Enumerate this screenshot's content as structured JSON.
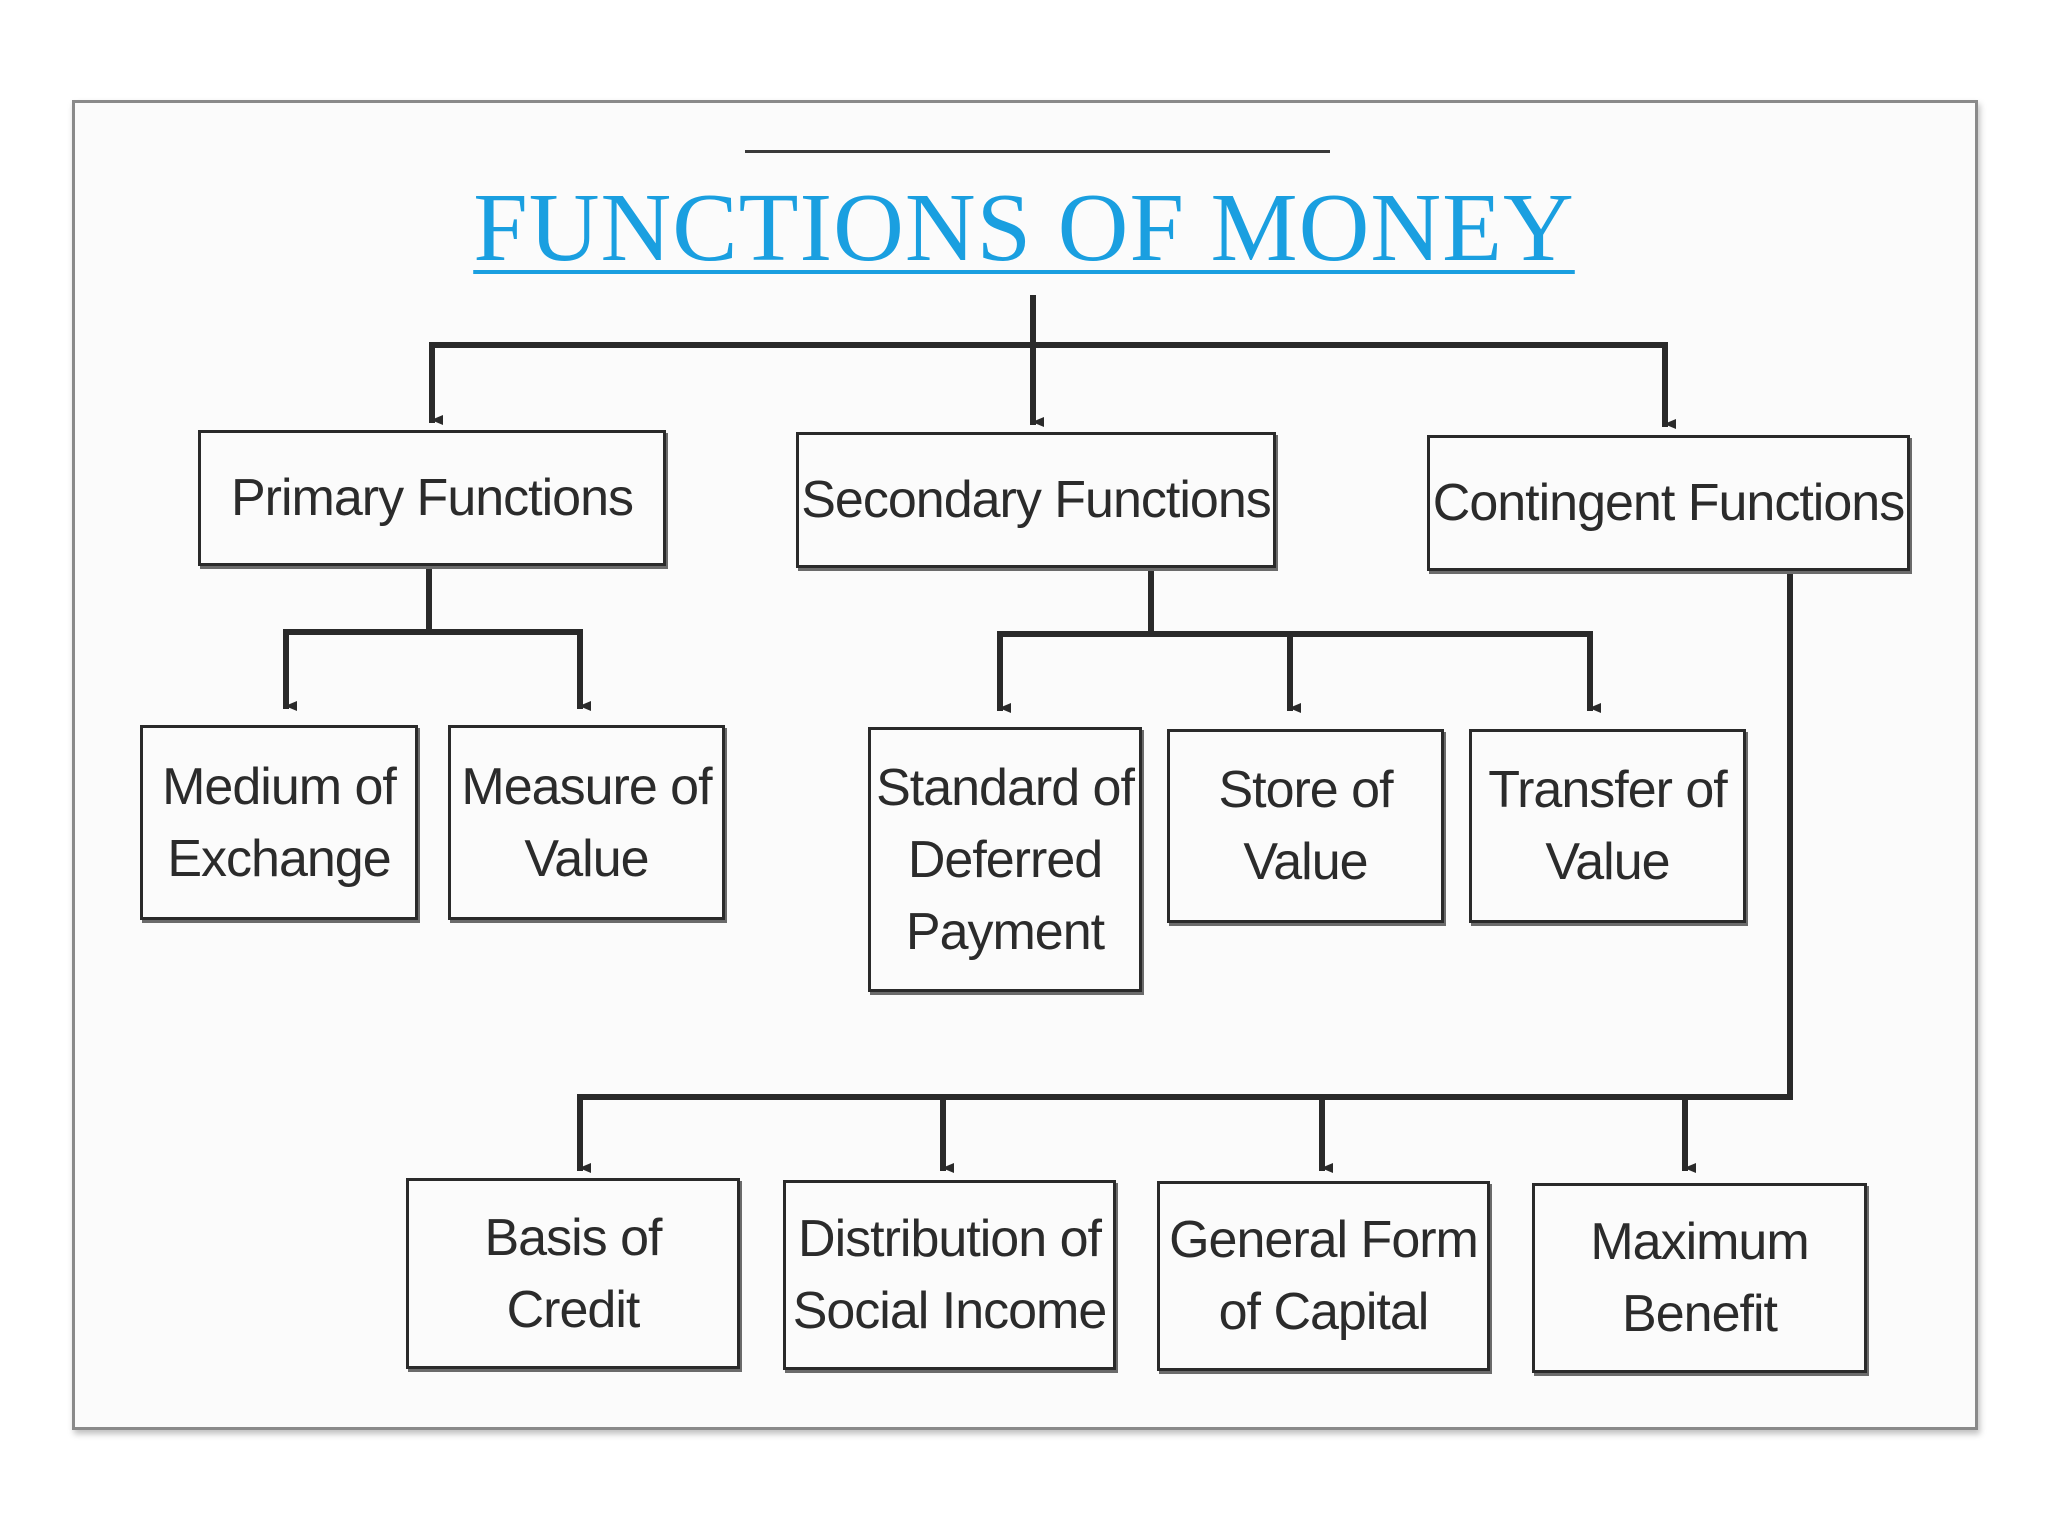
{
  "title": "FUNCTIONS OF MONEY",
  "colors": {
    "title": "#1a9fe0",
    "lines": "#2a2a2a",
    "text": "#2b2b2b"
  },
  "categories": {
    "primary": "Primary Functions",
    "secondary": "Secondary Functions",
    "contingent": "Contingent Functions"
  },
  "functions": {
    "medium_of_exchange": "Medium of\nExchange",
    "measure_of_value": "Measure of\nValue",
    "standard_of_deferred_payment": "Standard of\nDeferred\nPayment",
    "store_of_value": "Store of\nValue",
    "transfer_of_value": "Transfer of\nValue",
    "basis_of_credit": "Basis of\nCredit",
    "distribution_of_social_income": "Distribution of\nSocial Income",
    "general_form_of_capital": "General Form\nof Capital",
    "maximum_benefit": "Maximum\nBenefit"
  }
}
